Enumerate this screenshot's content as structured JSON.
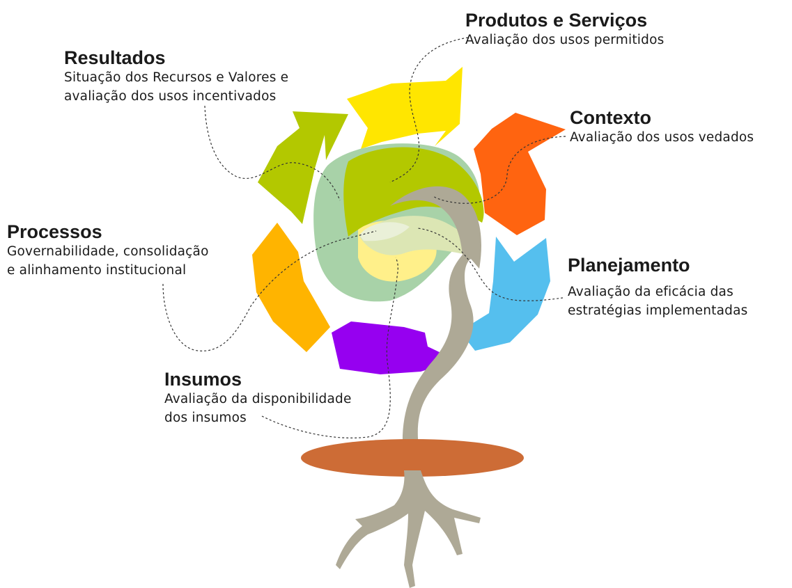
{
  "stages": [
    {
      "id": "produtos",
      "title": "Produtos e Serviços",
      "desc": [
        "Avaliação dos usos permitidos"
      ],
      "color": "#ffe600"
    },
    {
      "id": "contexto",
      "title": "Contexto",
      "desc": [
        "Avaliação dos usos vedados"
      ],
      "color": "#ff6410"
    },
    {
      "id": "planejamento",
      "title": "Planejamento",
      "desc": [
        "Avaliação da eficácia das",
        "estratégias implementadas"
      ],
      "color": "#55bfee"
    },
    {
      "id": "insumos",
      "title": "Insumos",
      "desc": [
        "Avaliação da disponibilidade",
        "dos insumos"
      ],
      "color": "#9600f0"
    },
    {
      "id": "processos",
      "title": "Processos",
      "desc": [
        "Governabilidade, consolidação",
        "e alinhamento institucional"
      ],
      "color": "#ffb400"
    },
    {
      "id": "resultados",
      "title": "Resultados",
      "desc": [
        "Situação dos Recursos e Valores e",
        "avaliação dos usos incentivados"
      ],
      "color": "#b3c800"
    }
  ],
  "colors": {
    "stem": "#aea996",
    "ground": "#cd6c36",
    "bud_outer": "#a8d2a8",
    "bud_inner": "#dce6b4",
    "bud_yellow": "#fff08a"
  }
}
